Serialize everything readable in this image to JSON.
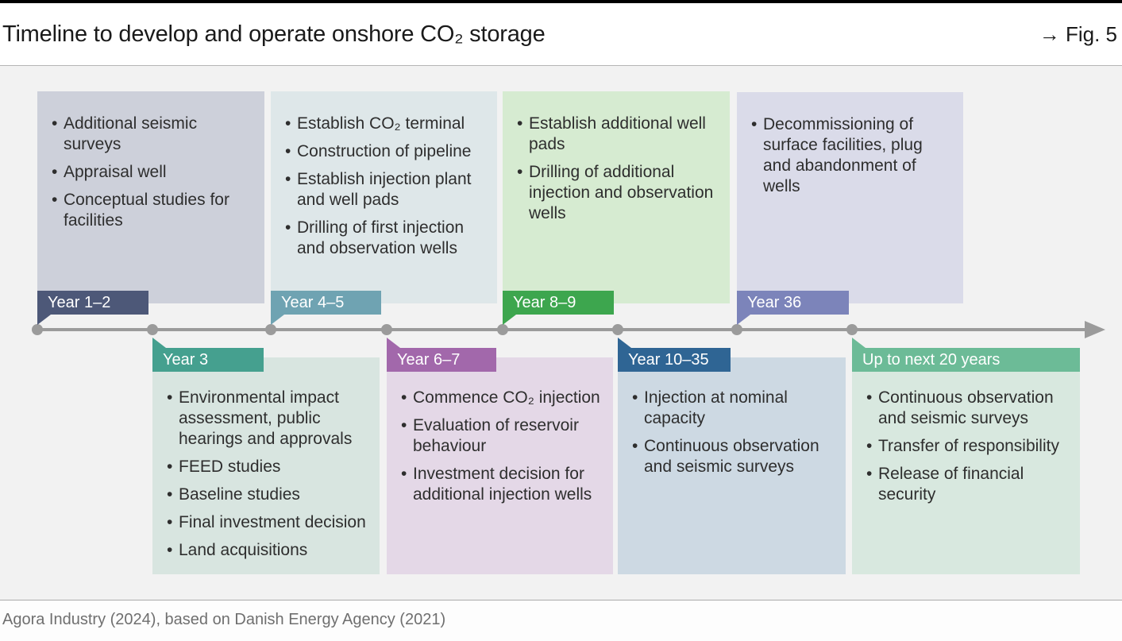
{
  "header": {
    "title": "Timeline to develop and operate onshore CO₂ storage",
    "figure_ref": "→ Fig. 5"
  },
  "footer": {
    "source": "Agora Industry (2024), based on Danish Energy Agency (2021)"
  },
  "colors": {
    "axis": "#9b9b9b",
    "page_background": "#f2f2f2",
    "header_background": "#ffffff",
    "bullet_text": "#2e2e2e"
  },
  "timeline": {
    "phases": [
      {
        "label": "Year 1–2",
        "side": "above",
        "label_color": "#4d5878",
        "box_color": "#cdd0da",
        "bullets": [
          "Additional seismic surveys",
          "Appraisal well",
          "Conceptual studies for facilities"
        ]
      },
      {
        "label": "Year 3",
        "side": "below",
        "label_color": "#45a08f",
        "box_color": "#d8e5e0",
        "bullets": [
          "Environmental impact assessment, public hearings and approvals",
          "FEED studies",
          "Baseline studies",
          "Final investment decision",
          "Land acquisitions"
        ]
      },
      {
        "label": "Year 4–5",
        "side": "above",
        "label_color": "#6fa3b2",
        "box_color": "#dee7e9",
        "bullets": [
          "Establish CO₂ terminal",
          "Construction of pipeline",
          "Establish injection plant and well pads",
          "Drilling of first injection and observation wells"
        ]
      },
      {
        "label": "Year 6–7",
        "side": "below",
        "label_color": "#a268ab",
        "box_color": "#e4d8e7",
        "bullets": [
          "Commence CO₂ injection",
          "Evaluation of reservoir behaviour",
          "Investment decision for additional injection wells"
        ]
      },
      {
        "label": "Year 8–9",
        "side": "above",
        "label_color": "#3da64e",
        "box_color": "#d6ebd1",
        "bullets": [
          "Establish additional well pads",
          "Drilling of additional injection and observation wells"
        ]
      },
      {
        "label": "Year 10–35",
        "side": "below",
        "label_color": "#2f6594",
        "box_color": "#cdd9e3",
        "bullets": [
          "Injection at nominal capacity",
          "Continuous observation and seismic surveys"
        ]
      },
      {
        "label": "Year 36",
        "side": "above",
        "label_color": "#7c84ba",
        "box_color": "#dadbe9",
        "bullets": [
          "Decommissioning of surface facilities, plug and abandonment of wells"
        ]
      },
      {
        "label": "Up to next 20 years",
        "side": "below",
        "label_color": "#6cbb97",
        "box_color": "#d8e8df",
        "bullets": [
          "Continuous observation and seismic surveys",
          "Transfer of responsibility",
          "Release of financial security"
        ]
      }
    ]
  }
}
